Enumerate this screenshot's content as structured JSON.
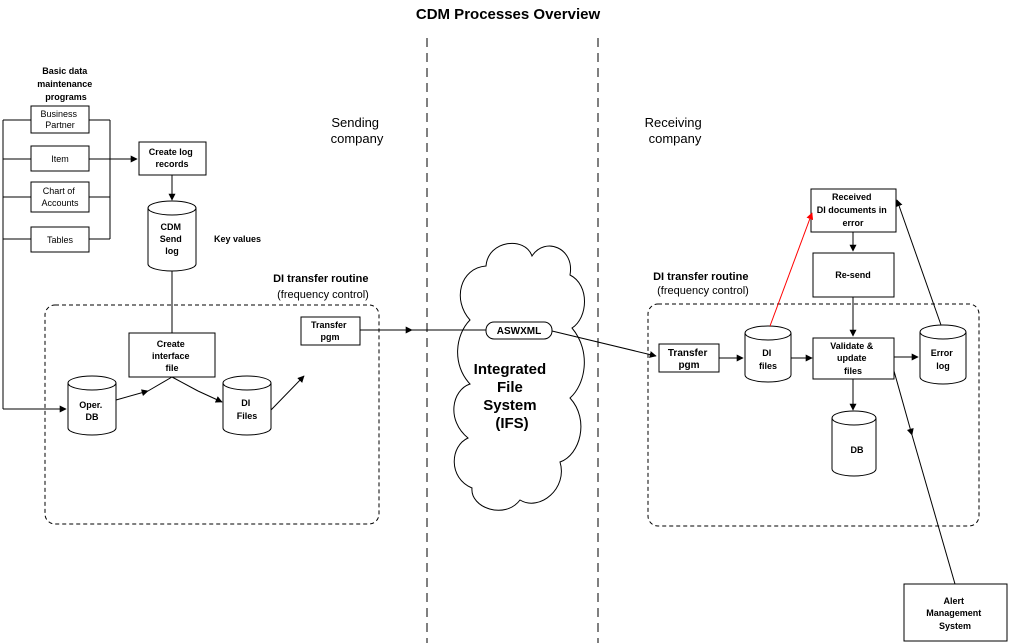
{
  "title": "CDM Processes Overview",
  "sections": {
    "sending_label": [
      "Sending",
      "company"
    ],
    "receiving_label": [
      "Receiving",
      "company"
    ]
  },
  "sending": {
    "basic_data_title": [
      "Basic data",
      "maintenance",
      "programs"
    ],
    "programs": [
      [
        "Business",
        "Partner"
      ],
      [
        "Item"
      ],
      [
        "Chart of",
        "Accounts"
      ],
      [
        "Tables"
      ]
    ],
    "create_log_records": [
      "Create log",
      "records"
    ],
    "cdm_send_log": [
      "CDM",
      "Send",
      "log"
    ],
    "key_values": "Key values",
    "di_transfer_routine": "DI transfer routine",
    "frequency_control": "(frequency control)",
    "create_interface_file": [
      "Create",
      "interface",
      "file"
    ],
    "oper_db": [
      "Oper.",
      "DB"
    ],
    "di_files": [
      "DI",
      "Files"
    ],
    "transfer_pgm": [
      "Transfer",
      "pgm"
    ]
  },
  "ifs": {
    "protocol": "ASWXML",
    "name": [
      "Integrated",
      "File",
      "System",
      "(IFS)"
    ]
  },
  "receiving": {
    "received_in_error": [
      "Received",
      "DI documents in",
      "error"
    ],
    "re_send": "Re-send",
    "di_transfer_routine": "DI transfer routine",
    "frequency_control": "(frequency control)",
    "transfer_pgm": [
      "Transfer",
      "pgm"
    ],
    "di_files": [
      "DI",
      "files"
    ],
    "validate_update": [
      "Validate &",
      "update",
      "files"
    ],
    "error_log": [
      "Error",
      "log"
    ],
    "db": "DB",
    "alert_management": [
      "Alert",
      "Management",
      "System"
    ]
  },
  "colors": {
    "line": "#000000",
    "resend_arrow": "#ff0000",
    "background": "#ffffff"
  }
}
